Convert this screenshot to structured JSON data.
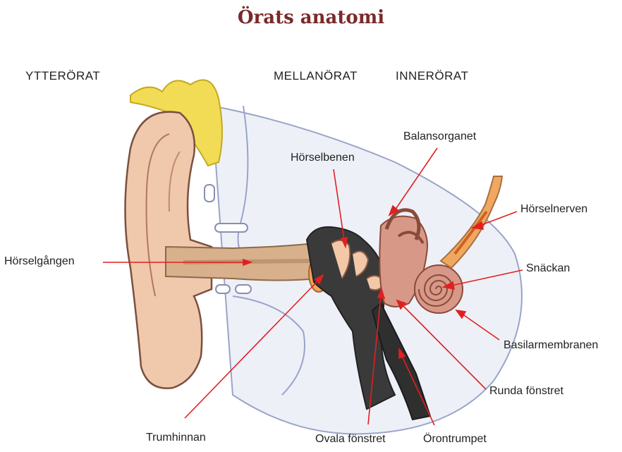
{
  "title": "Örats anatomi",
  "sections": {
    "outer": "YTTERÖRAT",
    "middle": "MELLANÖRAT",
    "inner": "INNERÖRAT"
  },
  "labels": {
    "horselgangen": "Hörselgången",
    "horselbenen": "Hörselbenen",
    "balansorganet": "Balansorganet",
    "horselnerven": "Hörselnerven",
    "snackan": "Snäckan",
    "basilarmembranen": "Basilarmembranen",
    "runda_fonstret": "Runda fönstret",
    "trumhinnan": "Trumhinnan",
    "ovala_fonstret": "Ovala fönstret",
    "orontrumpet": "Örontrumpet"
  },
  "colors": {
    "title": "#7a2a2a",
    "pointer": "#e02020",
    "skin": "#f0c8ac",
    "hair": "#f2dc55",
    "bone": "#3a3a3a",
    "labyrinth": "#d89888"
  }
}
